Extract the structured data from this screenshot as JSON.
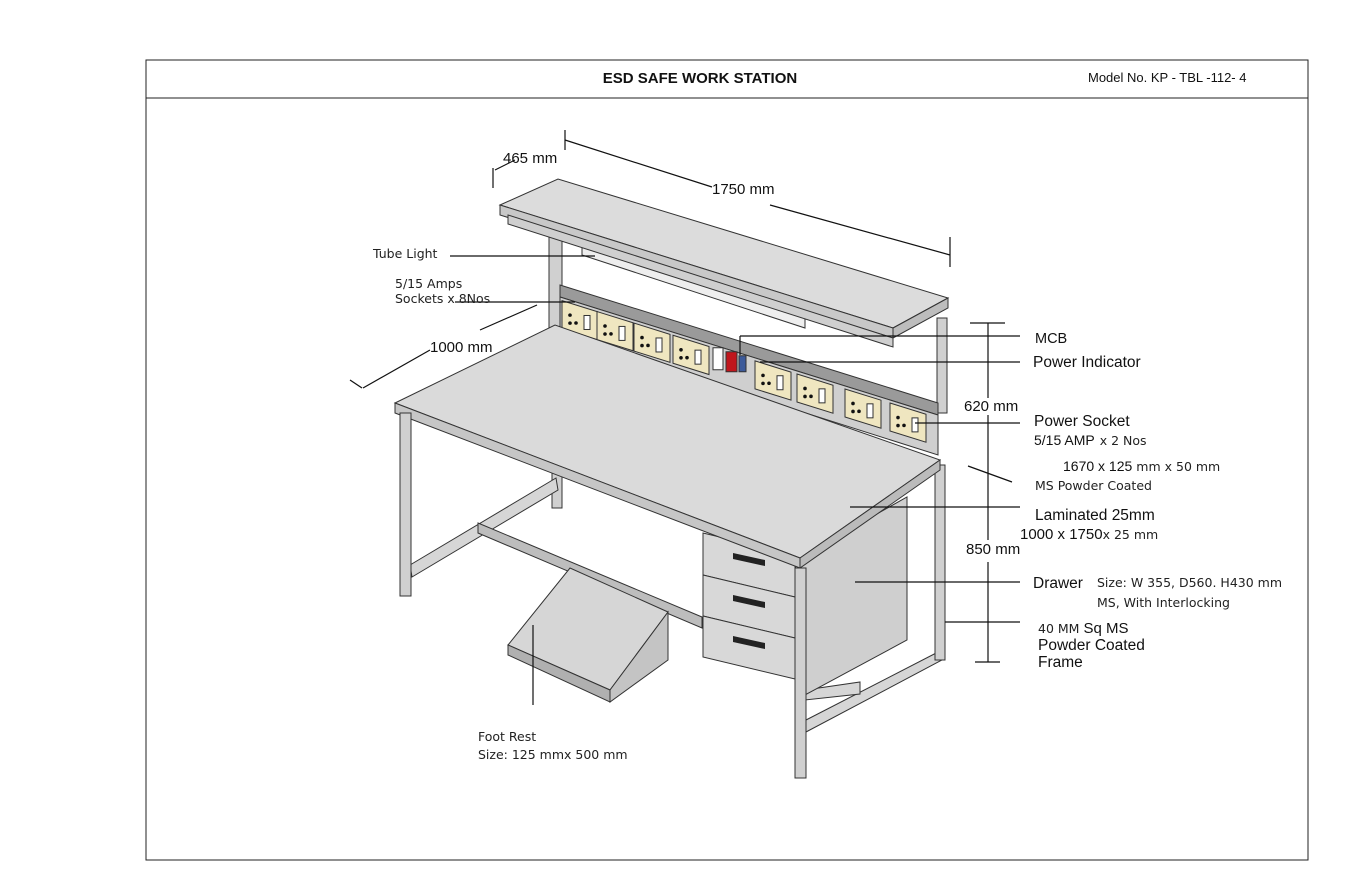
{
  "header": {
    "title": "ESD SAFE WORK STATION",
    "model": "Model No. KP - TBL -112- 4"
  },
  "dimensions": {
    "depth_shelf": "465 mm",
    "width": "1750 mm",
    "depth_table": "1000 mm",
    "upper_height": "620 mm",
    "table_height": "850 mm"
  },
  "callouts": {
    "tube_light": "Tube Light",
    "sockets_line1": "5/15 Amps",
    "sockets_line2": "Sockets x 8Nos",
    "mcb": "MCB",
    "power_indicator": "Power Indicator",
    "power_socket": "Power Socket",
    "power_socket_spec_a": "5/15 AMP",
    "power_socket_spec_b": "x 2 Nos",
    "panel_size_a": "1670 x 125",
    "panel_size_b": "mm x 50 mm",
    "panel_finish": "MS Powder Coated",
    "top_material": "Laminated 25mm",
    "top_size_a": "1000 x 1750",
    "top_size_b": "x 25 mm",
    "drawer": "Drawer",
    "drawer_size": "Size: W 355, D560. H430 mm",
    "drawer_spec": "MS, With Interlocking",
    "frame_line1a": "40 MM",
    "frame_line1b": "Sq MS",
    "frame_line2": "Powder Coated",
    "frame_line3": "Frame",
    "foot_rest": "Foot Rest",
    "foot_rest_size": "Size: 125 mmx 500 mm"
  },
  "colors": {
    "surface": "#d9d9d9",
    "socket": "#efe6c0",
    "mcb": "#c0161c",
    "indicator": "#3c5a9a"
  }
}
